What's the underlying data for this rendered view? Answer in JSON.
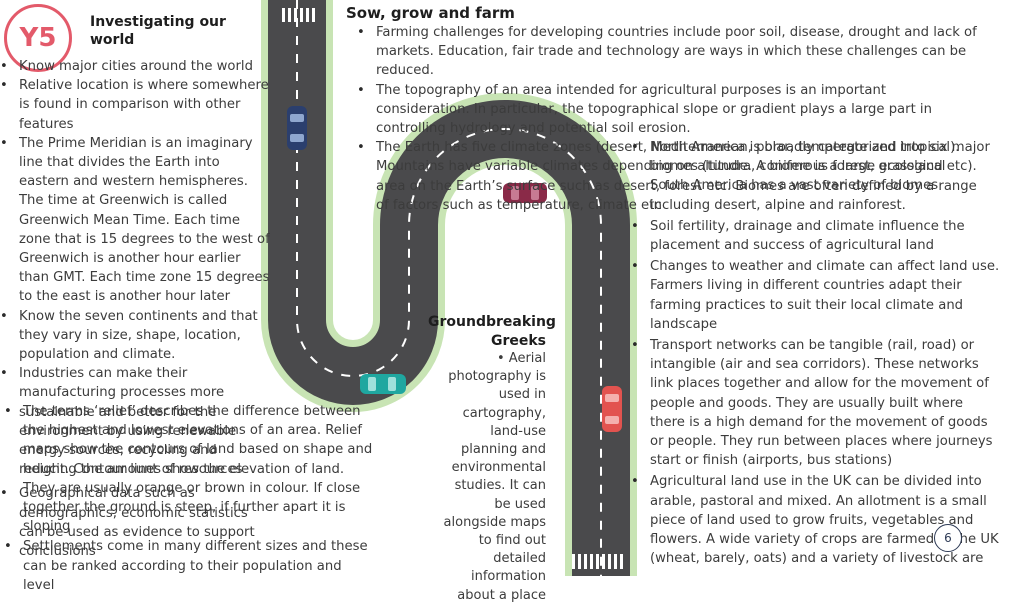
{
  "badge": {
    "text": "Y5"
  },
  "left_heading": "Investigating our world",
  "left_items": [
    "Know major cities around the world",
    "Relative location is where somewhere is found in comparison with other features",
    "The Prime Meridian  is an imaginary line that divides the Earth into eastern and western hemispheres. The time at Greenwich is called Greenwich Mean Time. Each time zone that is 15 degrees to the west of Greenwich is another hour earlier than GMT. Each time zone 15 degrees to the east is another hour later",
    "Know the seven continents and that they vary in size, shape, location, population and climate.",
    "Industries can make their manufacturing processes more sustainable and better for the environment by using renewable energy sources, recycling and reducing the amount of resources",
    "Geographical data such as demographics, economic statistics can be used as evidence to support conclusions"
  ],
  "left_overlap_items": [
    "The terms ‘relief’ describes the difference between the highest and lowest elevations of an area. Relief maps show the contours of land based on shape and height. Contour lines show the elevation of land. They are usually orange or brown in colour. If close together the ground is steep, if further apart it is sloping",
    "Settlements come in many different sizes and these can be ranked according to their population and level"
  ],
  "mid_heading": "Sow, grow and farm",
  "mid_items": [
    "Farming challenges for developing countries include poor soil, disease, drought and lack of markets. Education, fair trade and technology are ways in which these challenges can be reduced.",
    "The topography of an area intended for agricultural purposes is an important consideration. In particular, the topographical slope or gradient plays a large part in controlling hydrology and potential soil erosion.",
    "The Earth has five climate zones (desert, Mediterranean, polar, temperate and tropical). Mountains have variable climates depending on altitude. A biome is a large ecological area on the Earth’s surface such as desert, forest etc. Biomes are often defined by a range of factors such as temperature, climate etc"
  ],
  "right_items": [
    "North America is broadly categorized into six major biomes (tundra, coniferous forest, grassland etc). South America has a vast variety of biomes including desert, alpine and rainforest.",
    "Soil fertility, drainage and climate influence the placement and success of agricultural land",
    "Changes to weather and climate can affect land use. Farmers living in different countries adapt their farming practices to suit their local climate and landscape",
    "Transport networks can be tangible (rail, road) or intangible (air and sea corridors). These networks link places together and allow for the movement of people and goods. They are usually built where there is a high demand for the movement of goods or people. They run between places where journeys start or finish (airports, bus stations)",
    "Agricultural land use in the UK can be divided into arable, pastoral and mixed. An allotment is a small piece of land used to grow fruits, vegetables and flowers. A wide variety of crops are farmed in the UK (wheat, barely, oats) and a variety of livestock are"
  ],
  "greek_heading": "Groundbreaking Greeks",
  "greek_item": "Aerial photography is used in cartography, land-use planning and environmental studies. It can be used alongside maps to find out detailed information about a place",
  "page_number": "6",
  "colors": {
    "road": "#4a4a4c",
    "road_edge": "#c8e4b4",
    "badge": "#e35a6a",
    "car_blue": "#2b3f6e",
    "car_maroon": "#8a2a48",
    "car_teal": "#1fa7a0",
    "car_red": "#e2534f"
  }
}
